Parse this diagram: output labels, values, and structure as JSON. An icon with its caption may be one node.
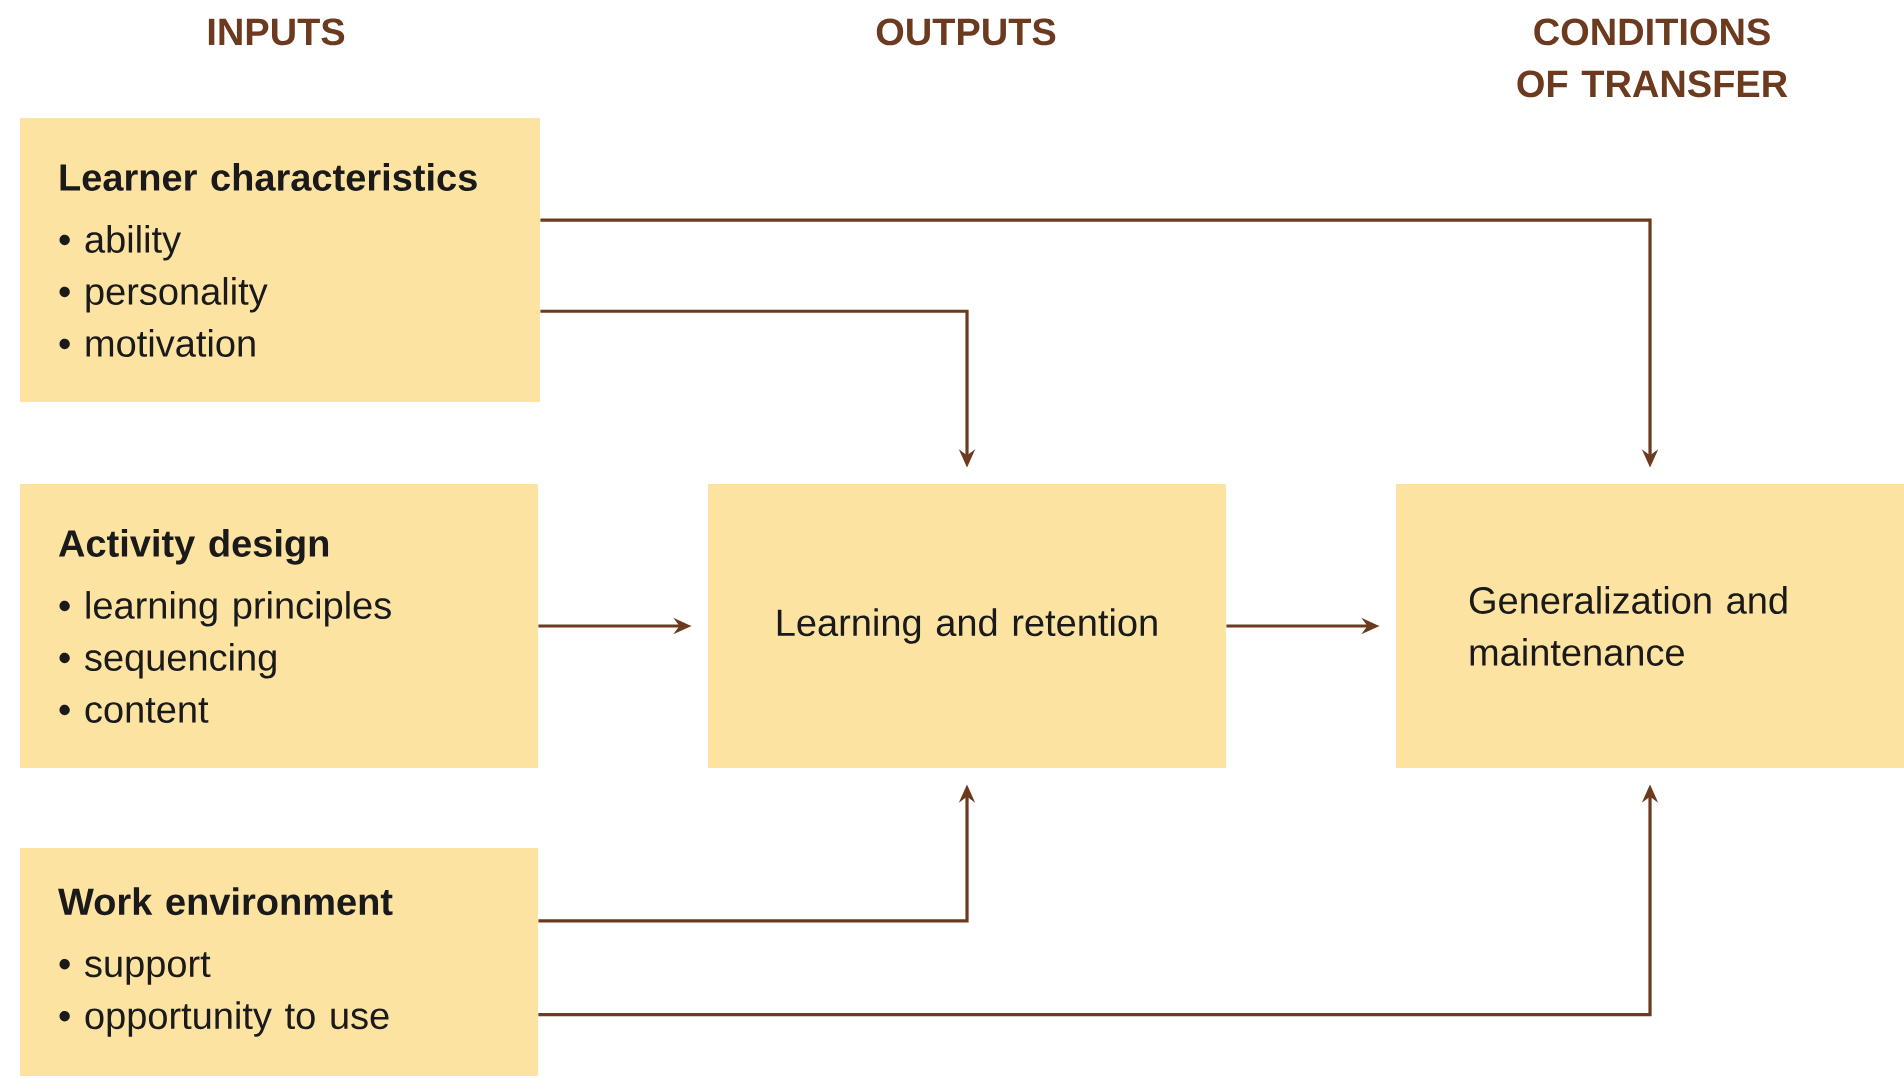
{
  "diagram": {
    "nodes": [
      {
        "text": [
          "Learner characteristics",
          "• ability",
          "• personality",
          "• motivation"
        ]
      },
      {
        "text": [
          "Activity design",
          "• learning principles",
          "• sequencing",
          "• content"
        ]
      },
      {
        "text": [
          "Work environment",
          "• support",
          "• opportunity to use"
        ]
      },
      {
        "text": [
          "Learning and retention"
        ]
      },
      {
        "text": [
          "Generalization and maintenance"
        ]
      }
    ],
    "edges": [
      {
        "from": 0,
        "to": 4,
        "arrow": "to"
      },
      {
        "from": 0,
        "to": 3,
        "arrow": "to"
      },
      {
        "from": 1,
        "to": 3,
        "arrow": "to"
      },
      {
        "from": 3,
        "to": 4,
        "arrow": "to"
      },
      {
        "from": 2,
        "to": 3,
        "arrow": "to"
      },
      {
        "from": 2,
        "to": 4,
        "arrow": "to"
      }
    ],
    "labels": [
      "INPUTS",
      "OUTPUTS",
      "CONDITIONS OF TRANSFER"
    ]
  }
}
